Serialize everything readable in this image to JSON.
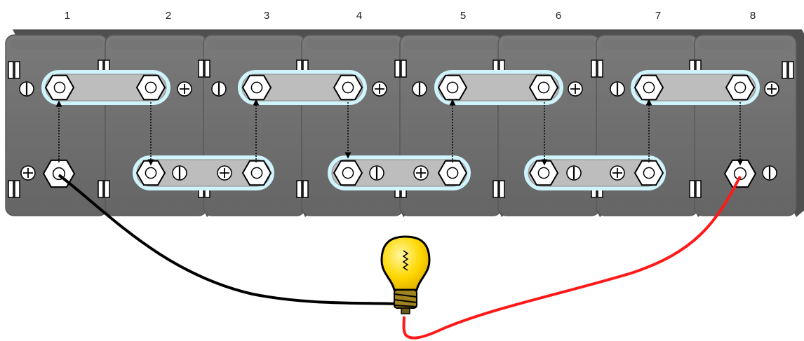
{
  "cells": [
    {
      "number": "1"
    },
    {
      "number": "2"
    },
    {
      "number": "3"
    },
    {
      "number": "4"
    },
    {
      "number": "5"
    },
    {
      "number": "6"
    },
    {
      "number": "7"
    },
    {
      "number": "8"
    }
  ],
  "colors": {
    "cell_body": "#6e6e6e",
    "cell_top": "#5f5f5f",
    "strap_fill": "#bdbdbd",
    "strap_glow": "#cff4fb",
    "terminal_nut": "#ffffff",
    "negative_lead": "#000000",
    "positive_lead": "#ff1a1a",
    "bulb_glass": "#ffd700",
    "bulb_base": "#a08420",
    "background": "#ffffff"
  },
  "icons": {
    "positive_terminal": "plus-circle-icon",
    "negative_terminal": "minus-circle-icon",
    "bulb": "light-bulb-icon",
    "vent_cap": "vent-cap-icon"
  }
}
